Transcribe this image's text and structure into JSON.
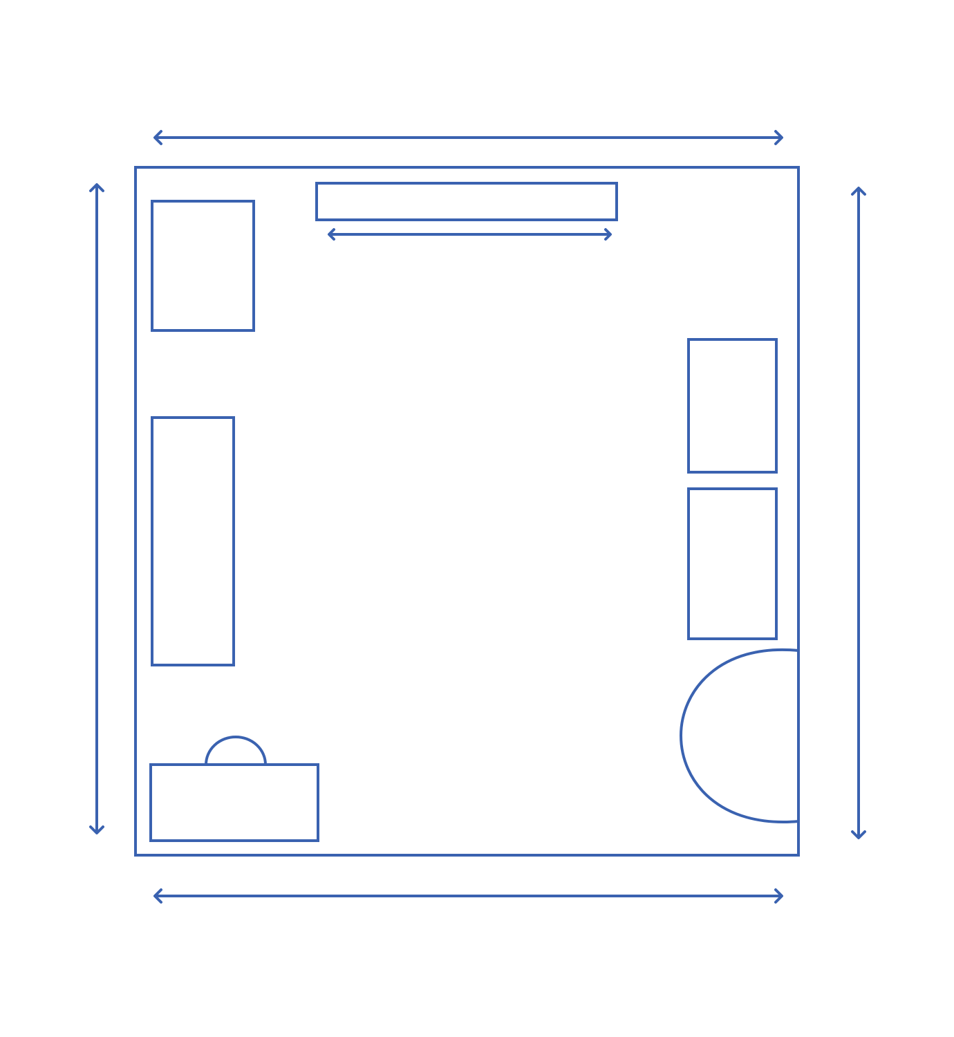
{
  "diagram": {
    "type": "floor-plan",
    "stroke_color": "#3A62B0",
    "background": "#FFFFFF",
    "elements": [
      "room-outline",
      "cabinet-top-left",
      "window-top",
      "sofa-left",
      "desk-bottom-left",
      "chair",
      "shelf-right-upper",
      "shelf-right-lower",
      "door-swing",
      "dimension-arrows"
    ]
  }
}
